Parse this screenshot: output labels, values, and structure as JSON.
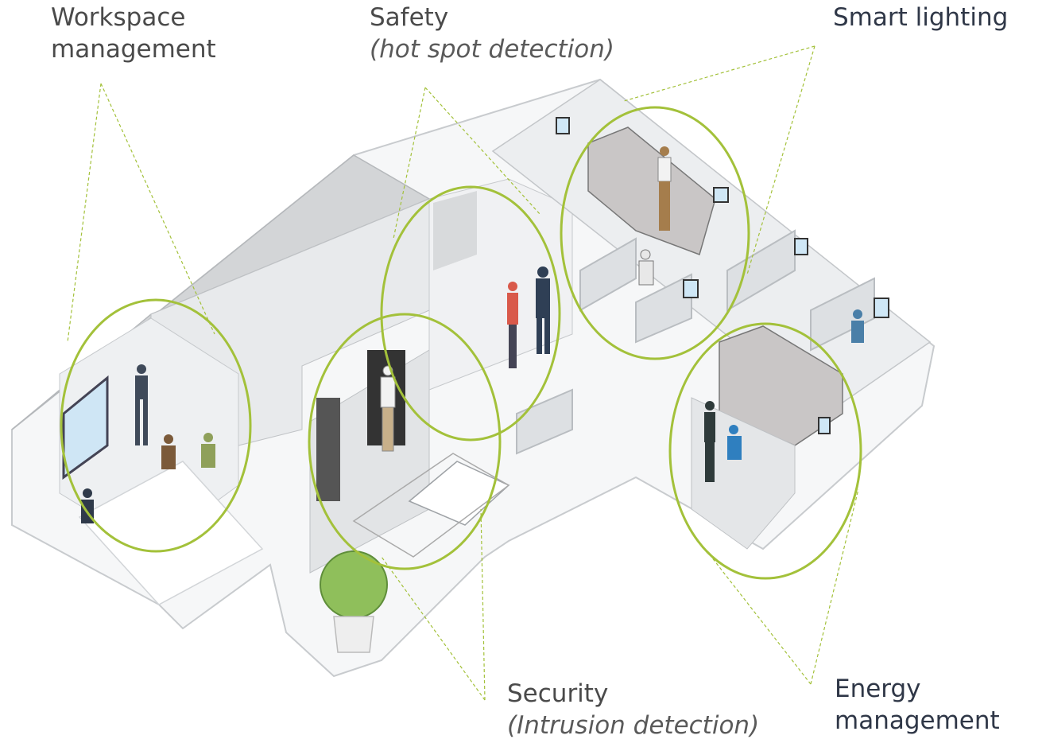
{
  "labels": {
    "workspace": {
      "line1": "Workspace",
      "line2": "management"
    },
    "safety": {
      "title": "Safety",
      "subtitle": "(hot spot detection)"
    },
    "smart_lighting": {
      "title": "Smart lighting"
    },
    "security": {
      "title": "Security",
      "subtitle": "(Intrusion detection)"
    },
    "energy": {
      "line1": "Energy",
      "line2": "management"
    }
  },
  "colors": {
    "highlight": "#a3c13a",
    "wall": "#e6e8ea",
    "floor": "#f7f8f9",
    "dark_wall": "#8c8c8c"
  }
}
